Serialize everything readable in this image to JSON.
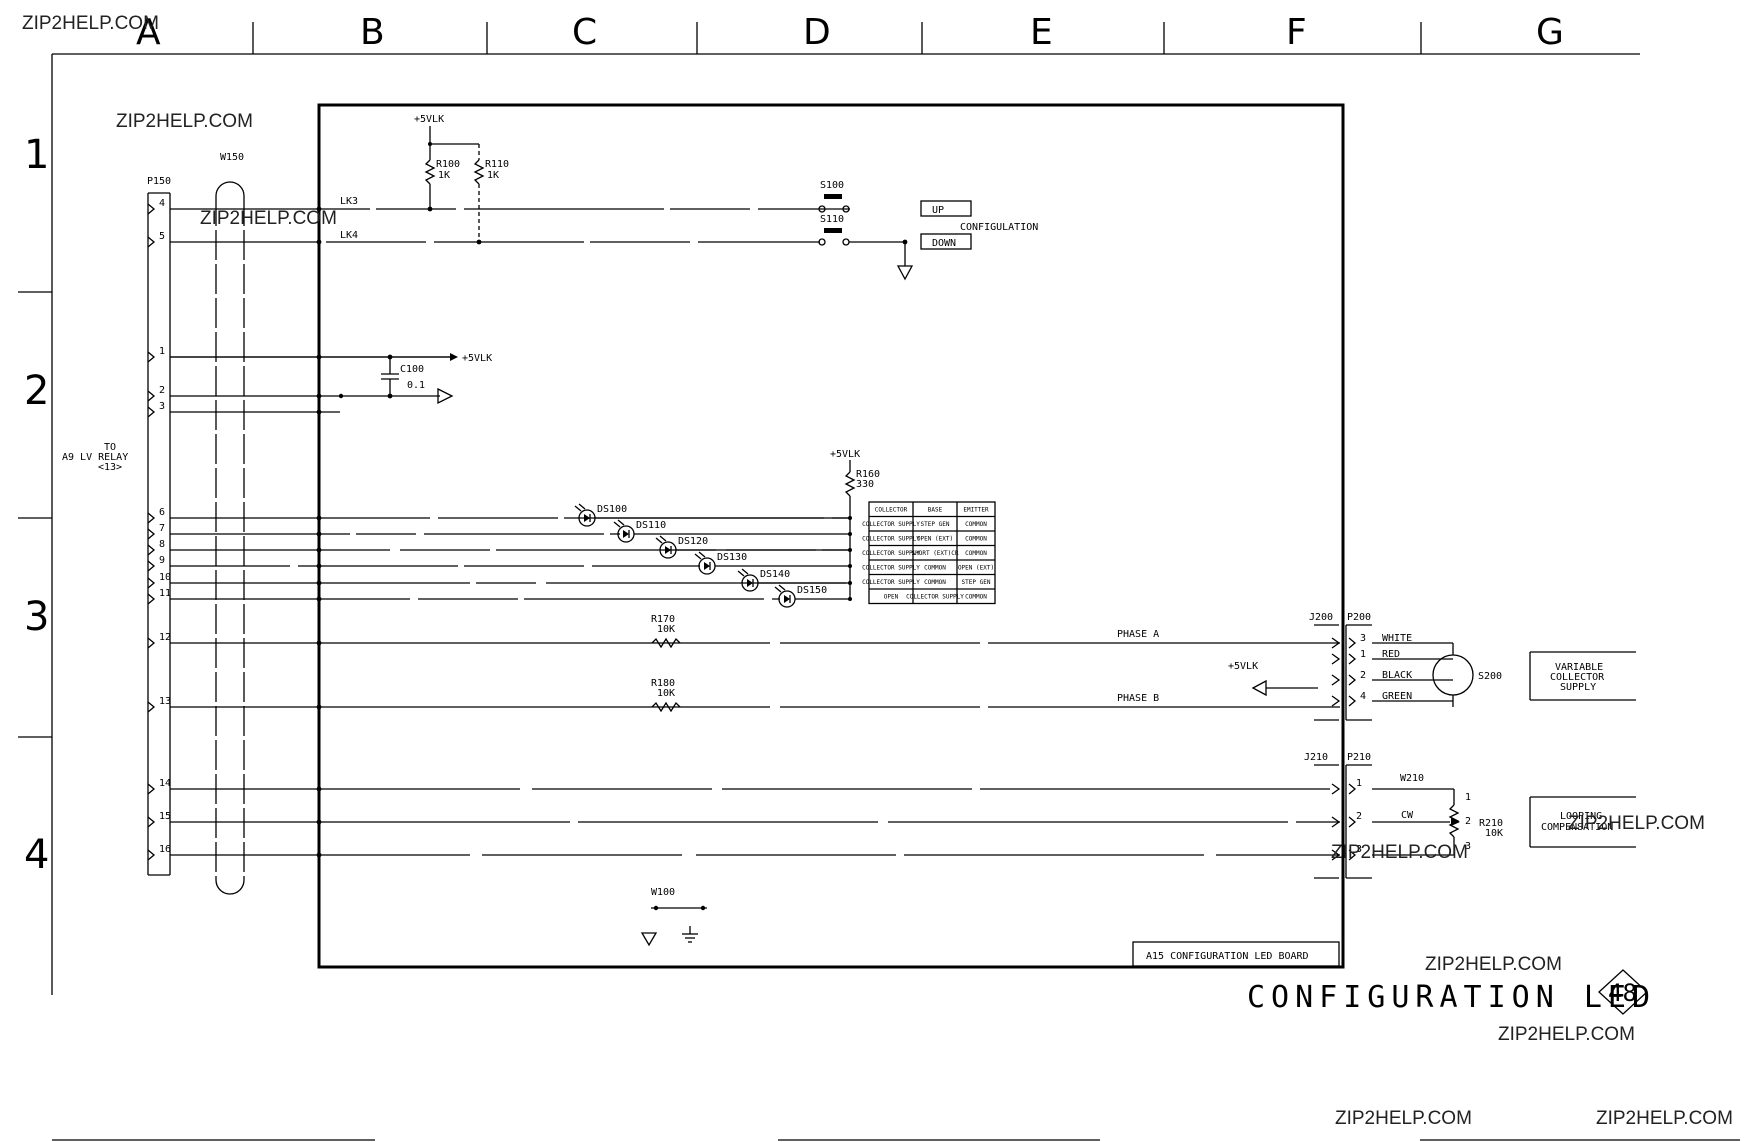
{
  "grid": {
    "columns": [
      "A",
      "B",
      "C",
      "D",
      "E",
      "F",
      "G"
    ],
    "rows": [
      "1",
      "2",
      "3",
      "4"
    ]
  },
  "watermarks": {
    "text": "ZIP2HELP.COM"
  },
  "connector_p150": {
    "ref": "P150",
    "cable": "W150",
    "pins": [
      "4",
      "5",
      "1",
      "2",
      "3",
      "6",
      "7",
      "8",
      "9",
      "10",
      "11",
      "12",
      "13",
      "14",
      "15",
      "16"
    ],
    "destination": [
      "TO",
      "A9 LV RELAY",
      "<13>"
    ]
  },
  "top_section": {
    "supply": "+5VLK",
    "r100": {
      "ref": "R100",
      "value": "1K"
    },
    "r110": {
      "ref": "R110",
      "value": "1K"
    },
    "lk3": "LK3",
    "lk4": "LK4",
    "s100": "S100",
    "s110": "S110",
    "up": "UP",
    "down": "DOWN",
    "config": "CONFIGULATION"
  },
  "power_section": {
    "supply": "+5VLK",
    "c100": {
      "ref": "C100",
      "value": "0.1"
    }
  },
  "led_section": {
    "supply": "+5VLK",
    "r160": {
      "ref": "R160",
      "value": "330"
    },
    "leds": [
      "DS100",
      "DS110",
      "DS120",
      "DS130",
      "DS140",
      "DS150"
    ]
  },
  "truth_table": {
    "header": [
      "COLLECTOR",
      "BASE",
      "EMITTER"
    ],
    "rows": [
      [
        "COLLECTOR SUPPLY",
        "STEP GEN",
        "COMMON"
      ],
      [
        "COLLECTOR SUPPLY",
        "OPEN (EXT)",
        "COMMON"
      ],
      [
        "COLLECTOR SUPPLY",
        "SHORT (EXT)CR",
        "COMMON"
      ],
      [
        "COLLECTOR SUPPLY",
        "COMMON",
        "OPEN (EXT)"
      ],
      [
        "COLLECTOR SUPPLY",
        "COMMON",
        "STEP GEN"
      ],
      [
        "OPEN",
        "COLLECTOR SUPPLY",
        "COMMON"
      ]
    ]
  },
  "motor_section": {
    "r170": {
      "ref": "R170",
      "value": "10K"
    },
    "r180": {
      "ref": "R180",
      "value": "10K"
    },
    "phase_a": "PHASE A",
    "phase_b": "PHASE B",
    "supply": "+5VLK",
    "j200": "J200",
    "p200": "P200",
    "pins": [
      "3",
      "1",
      "2",
      "4"
    ],
    "wires": [
      "WHITE",
      "RED",
      "BLACK",
      "GREEN"
    ],
    "switch": "S200",
    "label": [
      "VARIABLE",
      "COLLECTOR",
      "SUPPLY"
    ]
  },
  "pot_section": {
    "j210": "J210",
    "p210": "P210",
    "cable": "W210",
    "cw": "CW",
    "pins_left": [
      "1",
      "2",
      "3"
    ],
    "pins_right": [
      "1",
      "2",
      "3"
    ],
    "r210": {
      "ref": "R210",
      "value": "10K"
    },
    "label": [
      "LOOPING",
      "COMPENSATION"
    ]
  },
  "ground_section": {
    "w100": "W100"
  },
  "board": {
    "title": "A15 CONFIGURATION LED BOARD"
  },
  "sheet": {
    "title": "CONFIGURATION LED",
    "number": "48"
  }
}
